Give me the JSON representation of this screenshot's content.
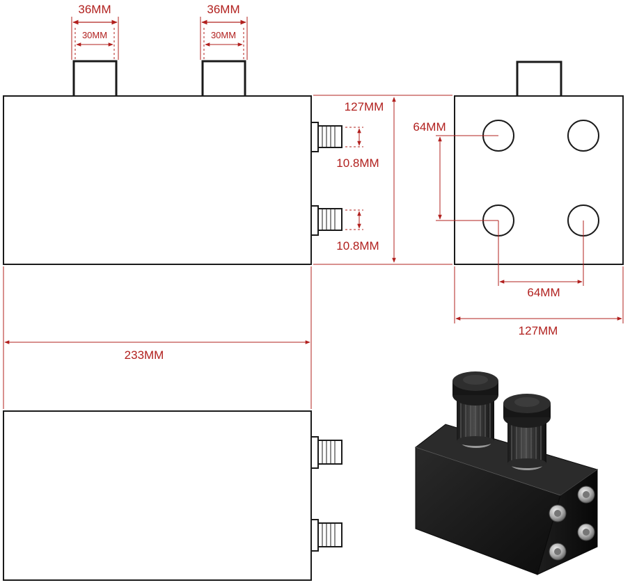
{
  "colors": {
    "outline": "#1a1a1a",
    "dimension": "#b1201e",
    "product_body": "#151515",
    "fitting": "#b9b9b9"
  },
  "labels": {
    "cap_left_outer": "36MM",
    "cap_left_inner": "30MM",
    "cap_right_outer": "36MM",
    "cap_right_inner": "30MM",
    "height_side": "127MM",
    "fitting_upper": "10.8MM",
    "fitting_lower": "10.8MM",
    "hole_spacing_vertical": "64MM",
    "hole_spacing_horizontal": "64MM",
    "width_top_view": "127MM",
    "length": "233MM"
  },
  "icons": [
    "cap-icon",
    "fitting-icon",
    "hole-icon",
    "breather-filter-icon"
  ]
}
